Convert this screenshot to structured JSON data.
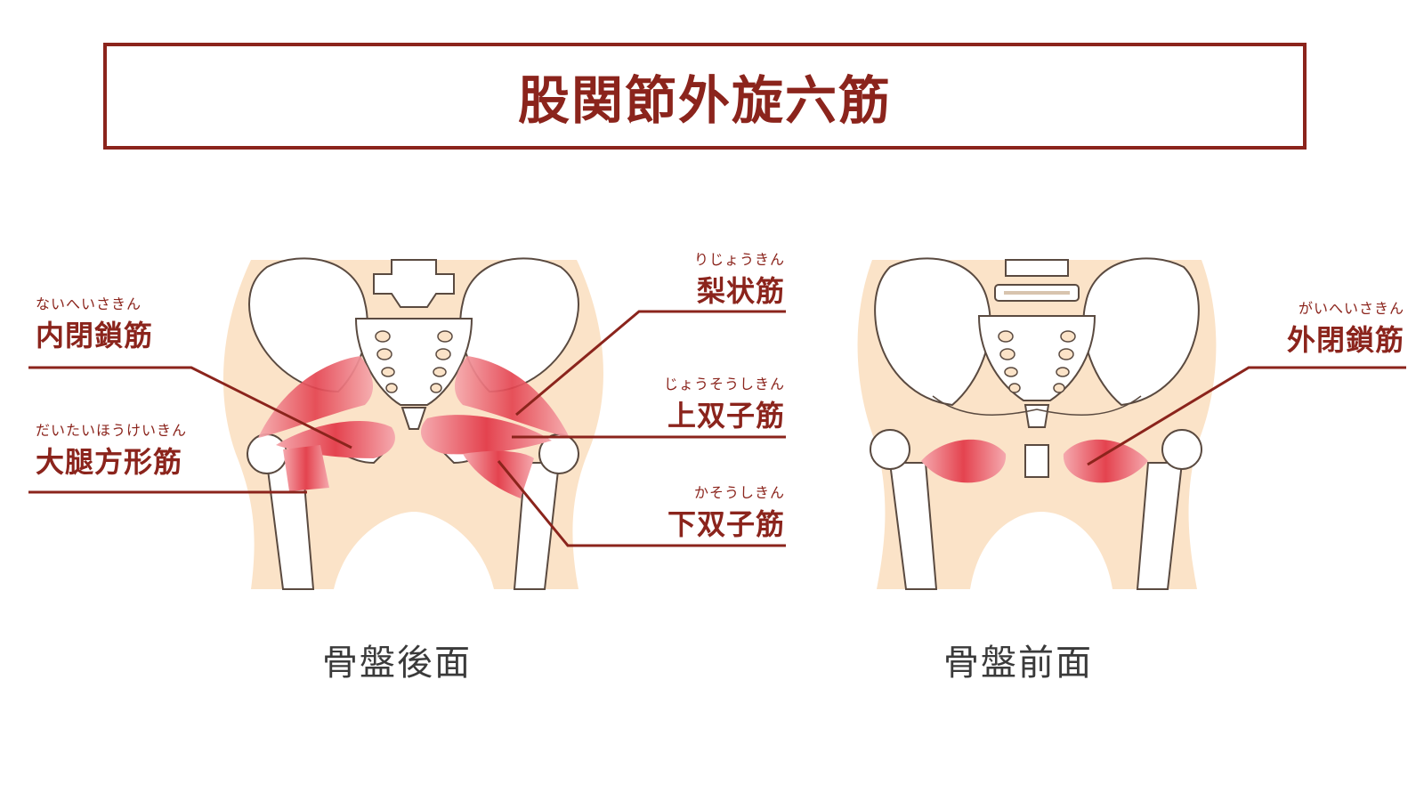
{
  "title": "股関節外旋六筋",
  "views": {
    "posterior": {
      "caption": "骨盤後面"
    },
    "anterior": {
      "caption": "骨盤前面"
    }
  },
  "labels": {
    "obturator_internus": {
      "ruby": "ないへいさきん",
      "name": "内閉鎖筋"
    },
    "quadratus_femoris": {
      "ruby": "だいたいほうけいきん",
      "name": "大腿方形筋"
    },
    "piriformis": {
      "ruby": "りじょうきん",
      "name": "梨状筋"
    },
    "gemellus_superior": {
      "ruby": "じょうそうしきん",
      "name": "上双子筋"
    },
    "gemellus_inferior": {
      "ruby": "かそうしきん",
      "name": "下双子筋"
    },
    "obturator_externus": {
      "ruby": "がいへいさきん",
      "name": "外閉鎖筋"
    }
  },
  "colors": {
    "accent": "#8b241c",
    "skin": "#fbe3c8",
    "bone": "#ffffff",
    "muscle": "#e8545e"
  }
}
